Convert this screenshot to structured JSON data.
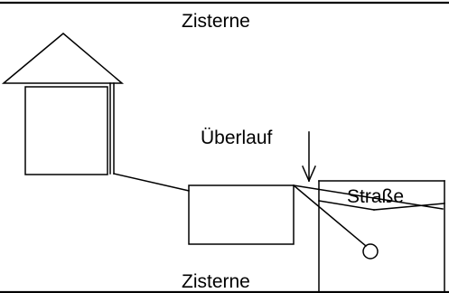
{
  "labels": {
    "top_title": "Zisterne",
    "overflow": "Überlauf",
    "street": "Straße",
    "bottom_title": "Zisterne"
  },
  "colors": {
    "line": "#000000",
    "background": "#ffffff"
  }
}
